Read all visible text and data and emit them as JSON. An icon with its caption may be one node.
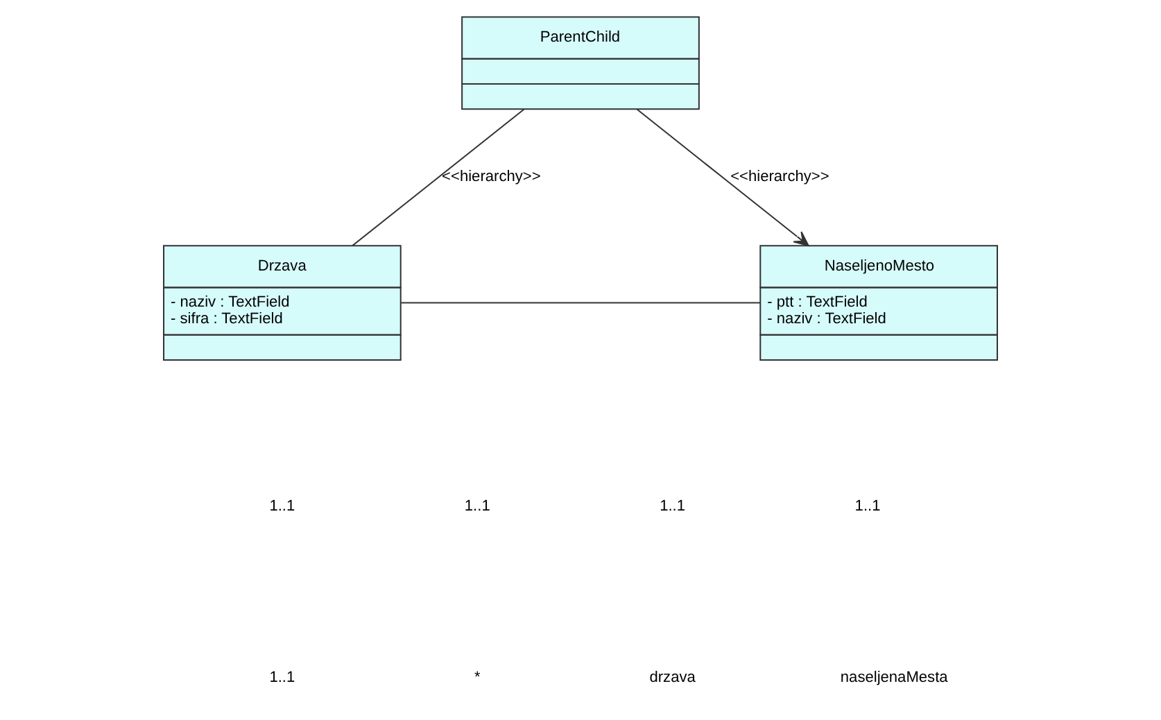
{
  "diagram": {
    "nodes": [
      {
        "text": [
          "ParentChild"
        ]
      },
      {
        "text": [
          "Drzava",
          "- naziv : TextField",
          "- sifra : TextField"
        ]
      },
      {
        "text": [
          "NaseljenoMesto",
          "- ptt : TextField",
          "- naziv : TextField"
        ]
      }
    ],
    "edges": [
      {
        "from": 0,
        "to": 1,
        "arrow": "none",
        "label": "<<hierarchy>>"
      },
      {
        "from": 0,
        "to": 2,
        "arrow": "to",
        "label": "<<hierarchy>>"
      },
      {
        "from": 1,
        "to": 2,
        "arrow": "none"
      }
    ],
    "labels": [
      "1..1",
      "1..1",
      "1..1",
      "1..1",
      "1..1",
      "*",
      "drzava",
      "naseljenaMesta"
    ]
  }
}
